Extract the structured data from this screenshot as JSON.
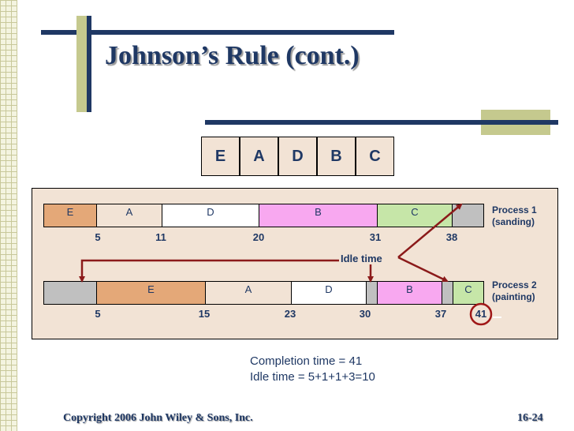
{
  "slide": {
    "title": "Johnson’s Rule (cont.)",
    "footer_left": "Copyright 2006 John Wiley & Sons, Inc.",
    "footer_right": "16-24"
  },
  "sequence": [
    "E",
    "A",
    "D",
    "B",
    "C"
  ],
  "process1": {
    "label_line1": "Process 1",
    "label_line2": "(sanding)",
    "blocks": [
      {
        "label": "E",
        "color": "#e4a878"
      },
      {
        "label": "A",
        "color": "#f2e3d5"
      },
      {
        "label": "D",
        "color": "#ffffff"
      },
      {
        "label": "B",
        "color": "#f8a8f0"
      },
      {
        "label": "C",
        "color": "#c6e6a8"
      },
      {
        "label": "",
        "color": "#c0c0c0"
      }
    ],
    "ticks": [
      "5",
      "11",
      "20",
      "31",
      "38"
    ]
  },
  "process2": {
    "label_line1": "Process 2",
    "label_line2": "(painting)",
    "blocks": [
      {
        "label": "",
        "color": "#c0c0c0"
      },
      {
        "label": "E",
        "color": "#e4a878"
      },
      {
        "label": "A",
        "color": "#f2e3d5"
      },
      {
        "label": "D",
        "color": "#ffffff"
      },
      {
        "label": "",
        "color": "#c0c0c0"
      },
      {
        "label": "B",
        "color": "#f8a8f0"
      },
      {
        "label": "",
        "color": "#c0c0c0"
      },
      {
        "label": "C",
        "color": "#c6e6a8"
      }
    ],
    "ticks": [
      "5",
      "15",
      "23",
      "30",
      "37",
      "41"
    ]
  },
  "idle_label": "Idle time",
  "notes": {
    "completion": "Completion time = 41",
    "idle": "Idle time = 5+1+1+3=10"
  },
  "colors": {
    "navy": "#1f3864",
    "arrow": "#8b1a1a",
    "panel": "#f2e3d5"
  }
}
